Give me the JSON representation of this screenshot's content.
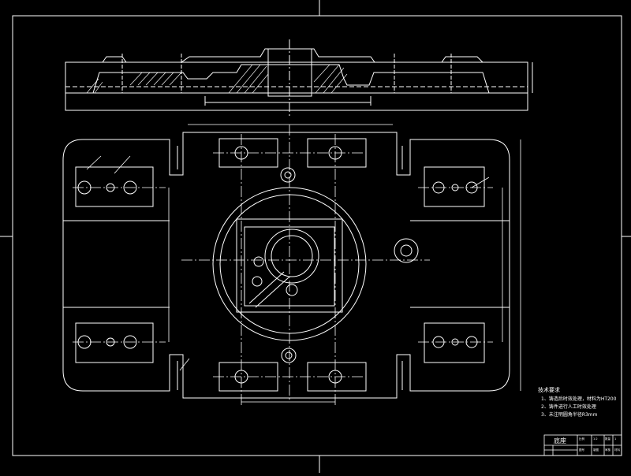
{
  "drawing": {
    "background": "#000000",
    "line_color": "#ffffff",
    "text_color": "#ffffff"
  },
  "notes": {
    "heading": "技术要求",
    "lines": [
      "1、铸造后时效处理，材料为HT200",
      "2、铸件进行人工时效处理",
      "3、未注明圆角半径R3mm"
    ]
  },
  "title_block": {
    "name": "底座",
    "cells": [
      "比例",
      "1:2",
      "数量",
      "1",
      "图号",
      "制图",
      "审核",
      "材料"
    ]
  }
}
